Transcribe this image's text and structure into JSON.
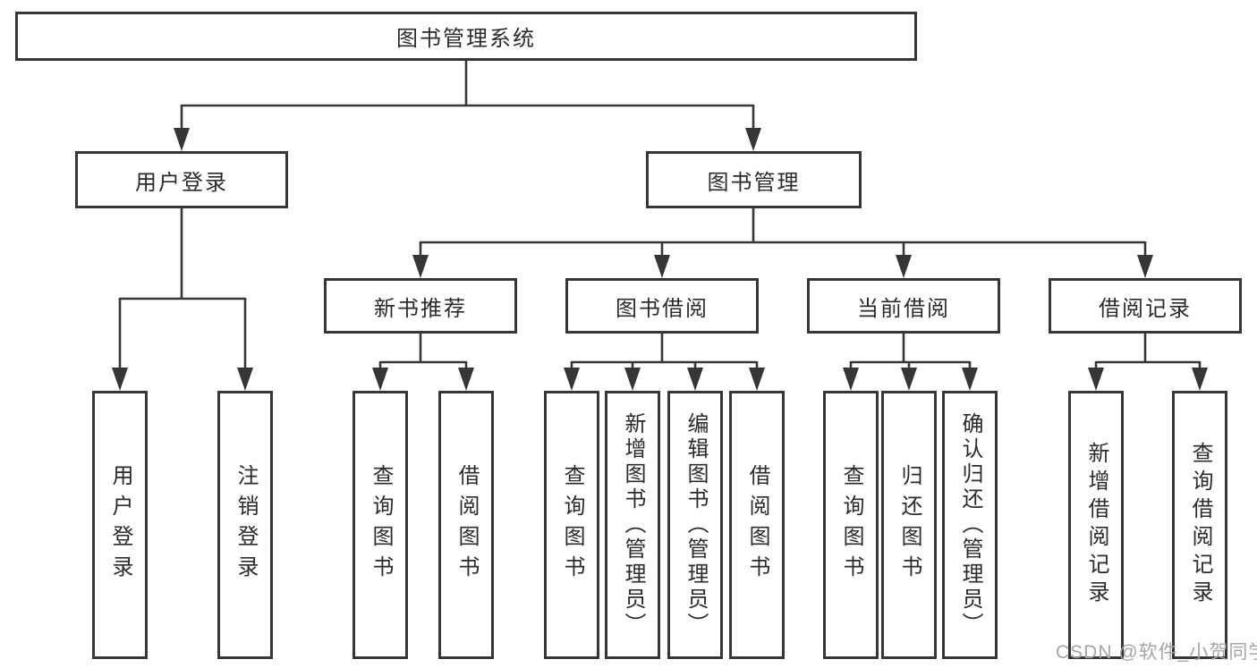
{
  "colors": {
    "line": "#363636",
    "box_border": "#363636",
    "text": "#2b2b2b",
    "background": "#ffffff",
    "watermark": "#a6a6a6"
  },
  "nodes": {
    "root": {
      "label": "图书管理系统"
    },
    "user_login": {
      "label": "用户登录"
    },
    "book_mgmt": {
      "label": "图书管理"
    },
    "new_book_rec": {
      "label": "新书推荐"
    },
    "book_borrow": {
      "label": "图书借阅"
    },
    "current_borrow": {
      "label": "当前借阅"
    },
    "borrow_record": {
      "label": "借阅记录"
    },
    "leaf_user_login": {
      "label": "用户登录"
    },
    "leaf_logout": {
      "label": "注销登录"
    },
    "leaf_query_book_1": {
      "label": "查询图书"
    },
    "leaf_borrow_book_1": {
      "label": "借阅图书"
    },
    "leaf_query_book_2": {
      "label": "查询图书"
    },
    "leaf_add_book": {
      "label": "新增图书（管理员）"
    },
    "leaf_edit_book": {
      "label": "编辑图书（管理员）"
    },
    "leaf_borrow_book_2": {
      "label": "借阅图书"
    },
    "leaf_query_book_3": {
      "label": "查询图书"
    },
    "leaf_return_book": {
      "label": "归还图书"
    },
    "leaf_confirm_return": {
      "label": "确认归还（管理员）"
    },
    "leaf_add_record": {
      "label": "新增借阅记录"
    },
    "leaf_query_record": {
      "label": "查询借阅记录"
    }
  },
  "watermark": {
    "text": "CSDN @软件_小贺同学"
  }
}
